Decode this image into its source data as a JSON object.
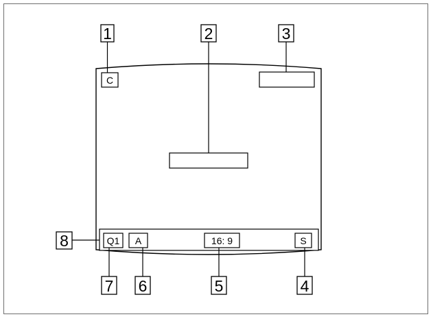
{
  "callouts": {
    "c1": "1",
    "c2": "2",
    "c3": "3",
    "c4": "4",
    "c5": "5",
    "c6": "6",
    "c7": "7",
    "c8": "8"
  },
  "screen": {
    "top_left_label": "C",
    "bottom_bar": {
      "q1": "Q1",
      "a": "A",
      "ratio": "16: 9",
      "s": "S"
    }
  }
}
